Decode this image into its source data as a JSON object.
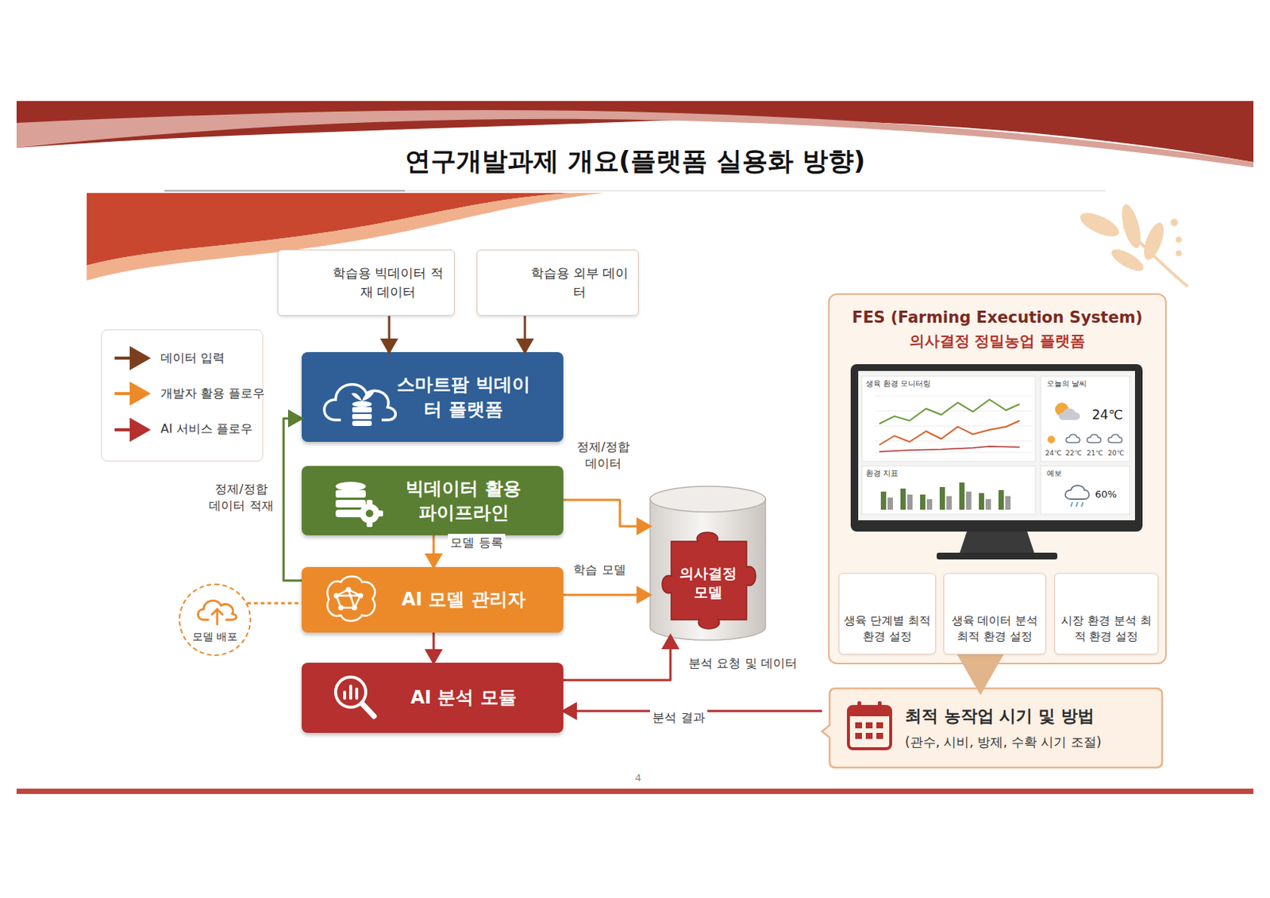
{
  "diagram": {
    "title": "연구개발과제 개요(플랫폼 실용화 방향)",
    "nodes": [
      {
        "text": [
          "학습용 빅데이터 적재 데이터"
        ]
      },
      {
        "text": [
          "학습용 외부 데이터"
        ]
      },
      {
        "text": [
          "스마트팜 빅데이터 플랫폼"
        ]
      },
      {
        "text": [
          "빅데이터 활용 파이프라인"
        ]
      },
      {
        "text": [
          "AI 모델 관리자"
        ]
      },
      {
        "text": [
          "AI 분석 모듈"
        ]
      },
      {
        "text": [
          "의사결정 모델"
        ]
      },
      {
        "text": [
          "모델 배포"
        ]
      },
      {
        "text": [
          "FES (Farming Execution System)",
          "의사결정 정밀농업 플랫폼"
        ]
      },
      {
        "text": [
          "생육 단계별 최적 환경 설정"
        ],
        "in": 8
      },
      {
        "text": [
          "생육 데이터 분석 최적 환경 설정"
        ],
        "in": 8
      },
      {
        "text": [
          "시장 환경 분석 최적 환경 설정"
        ],
        "in": 8
      },
      {
        "text": [
          "최적 농작업 시기 및 방법",
          "(관수, 시비, 방제, 수확 시기 조절)"
        ]
      }
    ],
    "edges": [
      {
        "from": 0,
        "to": 2,
        "arrow": "to"
      },
      {
        "from": 1,
        "to": 2,
        "arrow": "to"
      },
      {
        "from": 4,
        "to": 2,
        "arrow": "to",
        "label": "정제/정합 데이터 적재"
      },
      {
        "from": 3,
        "to": 6,
        "arrow": "to",
        "label": "정제/정합 데이터"
      },
      {
        "from": 3,
        "to": 4,
        "arrow": "to",
        "label": "모델 등록"
      },
      {
        "from": 4,
        "to": 6,
        "arrow": "to",
        "label": "학습 모델"
      },
      {
        "from": 7,
        "to": 4,
        "arrow": "none"
      },
      {
        "from": 4,
        "to": 5,
        "arrow": "to"
      },
      {
        "from": 5,
        "to": 6,
        "arrow": "to",
        "label": "분석 요청 및 데이터"
      },
      {
        "from": 12,
        "to": 5,
        "arrow": "to",
        "label": "분석 결과"
      },
      {
        "from": 8,
        "to": 12,
        "arrow": "to"
      }
    ],
    "labels": [
      "4",
      "생육 환경 모니터링",
      "오늘의 날씨",
      "24℃",
      "24℃",
      "22℃",
      "21℃",
      "20℃",
      "환경 지표",
      "예보",
      "60%"
    ],
    "legend": [
      {
        "text": "데이터 입력"
      },
      {
        "text": "개발자 활용 플로우"
      },
      {
        "text": "AI 서비스 플로우"
      }
    ]
  }
}
